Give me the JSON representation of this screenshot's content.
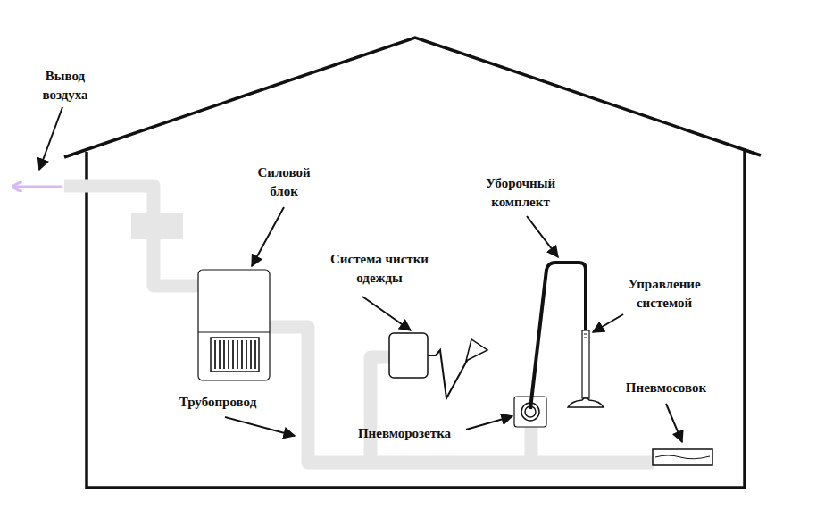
{
  "diagram": {
    "labels": [
      "Вывод воздуха",
      "Силовой блок",
      "Уборочный комплект",
      "Система чистки одежды",
      "Управление системой",
      "Пневмосовок",
      "Трубопровод",
      "Пневморозетка"
    ]
  }
}
